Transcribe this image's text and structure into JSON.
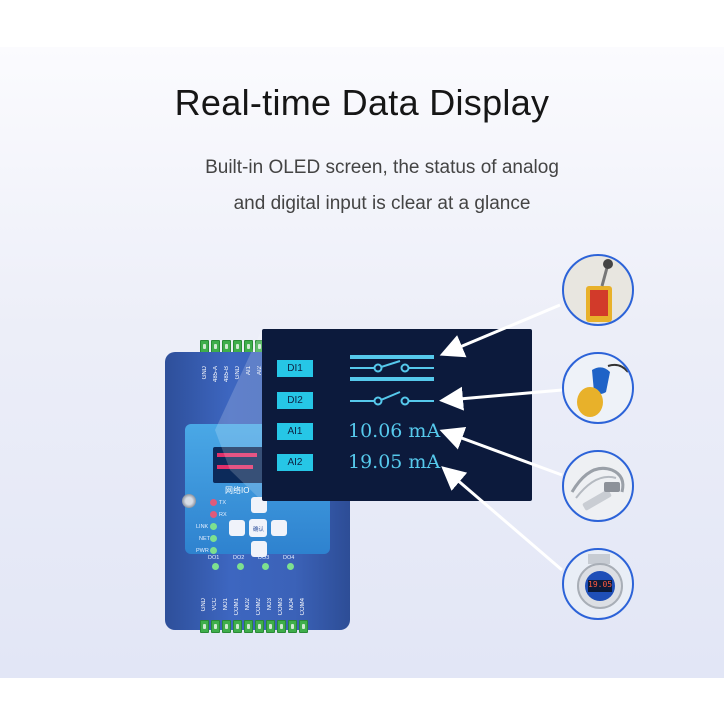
{
  "header": {
    "title": "Real-time Data Display",
    "subtitle_line1": "Built-in OLED screen, the status of analog",
    "subtitle_line2": "and digital input is clear at a glance"
  },
  "oled": {
    "rows": [
      {
        "tag": "DI1"
      },
      {
        "tag": "DI2"
      },
      {
        "tag": "AI1",
        "value": "10.06 mA"
      },
      {
        "tag": "AI2",
        "value": "19.05 mA"
      }
    ]
  },
  "device": {
    "top_terminals": [
      "GND",
      "485-A",
      "485-B",
      "GND",
      "AI1",
      "AI2"
    ],
    "bottom_terminals": [
      "GND",
      "VCC",
      "NO1",
      "COM1",
      "NO2",
      "COM2",
      "NO3",
      "COM3",
      "NO4",
      "COM4"
    ],
    "indicators": [
      "TX",
      "RX",
      "LINK",
      "NET",
      "PWR"
    ],
    "outputs": [
      "DO1",
      "DO2",
      "DO3",
      "DO4"
    ],
    "brand_text": "网络IO",
    "confirm_label": "确认"
  },
  "sensor_display_reading": "19.05",
  "colors": {
    "accent": "#2c63d8",
    "oled_bg": "#0c1a3c",
    "tag": "#26c6e6",
    "reading": "#56c9ec",
    "device_body": "#3d66c0",
    "terminal": "#3fae4b"
  }
}
